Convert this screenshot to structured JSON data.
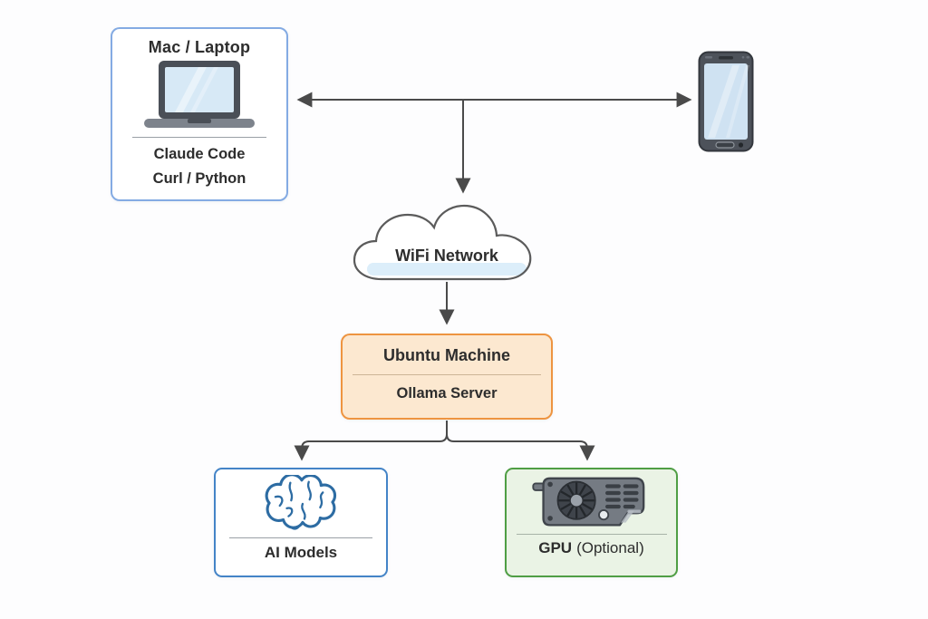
{
  "diagram": {
    "background": "#fdfdfe",
    "connector_color": "#4a4a4a",
    "mac_laptop": {
      "title": "Mac / Laptop",
      "line1": "Claude Code",
      "line2": "Curl / Python",
      "icon": "laptop-icon",
      "bg_color": "#ffffff",
      "border_color": "#84abe3"
    },
    "phone": {
      "icon": "smartphone-icon",
      "body_color": "#4d525a",
      "screen_color": "#cfe2f2"
    },
    "wifi_cloud": {
      "label": "WiFi Network",
      "icon": "cloud-icon",
      "fill_color": "#ffffff",
      "stroke_color": "#5b5b5b",
      "tint_color": "#dceefa"
    },
    "ubuntu": {
      "title": "Ubuntu Machine",
      "subtitle": "Ollama Server",
      "bg_color": "#fce8d0",
      "border_color": "#ee9440"
    },
    "ai_models": {
      "label": "AI Models",
      "icon": "brain-icon",
      "bg_color": "#ffffff",
      "border_color": "#4484c7",
      "icon_color": "#2d6ca3"
    },
    "gpu": {
      "label_main": "GPU",
      "label_secondary": "(Optional)",
      "icon": "gpu-icon",
      "bg_color": "#eaf3e5",
      "border_color": "#4f9e44"
    }
  }
}
